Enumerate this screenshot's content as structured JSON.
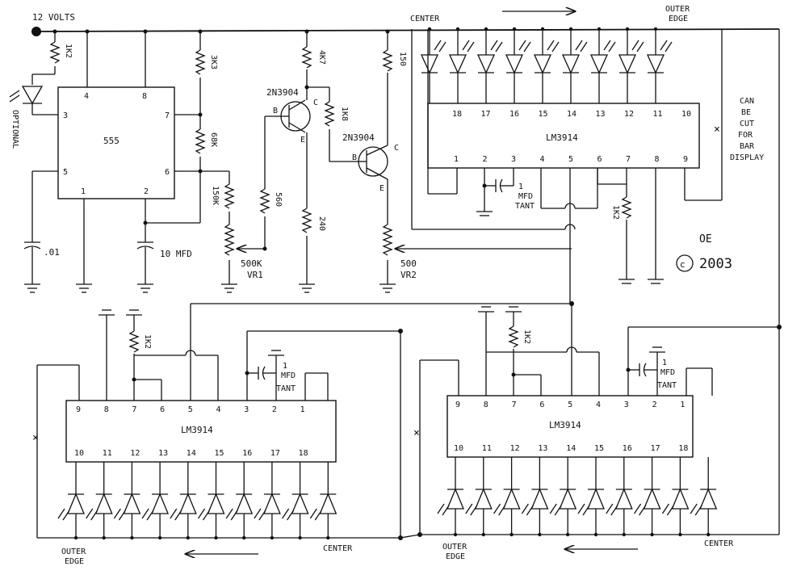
{
  "supply": {
    "label": "12 VOLTS"
  },
  "top": {
    "center_label": "CENTER",
    "outer_label": "OUTER",
    "edge_label": "EDGE",
    "pins_top": [
      "18",
      "17",
      "16",
      "15",
      "14",
      "13",
      "12",
      "11",
      "10"
    ],
    "pins_bottom": [
      "1",
      "2",
      "3",
      "4",
      "5",
      "6",
      "7",
      "8",
      "9"
    ],
    "chip": "LM3914",
    "cap_value": "1",
    "cap_unit": "MFD",
    "cap_type": "TANT",
    "pot_value": "1K2"
  },
  "timer": {
    "chip": "555",
    "pins": [
      "4",
      "8",
      "3",
      "7",
      "5",
      "6",
      "1",
      "2"
    ]
  },
  "components": {
    "r_1k2": "1K2",
    "r_3k3": "3K3",
    "r_68k": "68K",
    "r_150k": "150K",
    "r_560": "560",
    "r_4k7": "4K7",
    "r_1k8": "1K8",
    "r_240": "240",
    "r_150": "150",
    "t1": "2N3904",
    "t2": "2N3904",
    "vr1_value": "500K",
    "vr1_name": "VR1",
    "vr2_value": "500",
    "vr2_name": "VR2",
    "cap_01": ".01",
    "cap_10": "10 MFD",
    "optional": "OPTIONAL",
    "b": "B",
    "c": "C",
    "e": "E"
  },
  "note": {
    "lines": [
      "CAN",
      "BE",
      "CUT",
      "FOR",
      "BAR",
      "DISPLAY"
    ]
  },
  "copyright": {
    "mark": "OE",
    "text": "2003"
  },
  "left_chip": {
    "chip": "LM3914",
    "pins_top": [
      "9",
      "8",
      "7",
      "6",
      "5",
      "4",
      "3",
      "2",
      "1"
    ],
    "pins_bottom": [
      "10",
      "11",
      "12",
      "13",
      "14",
      "15",
      "16",
      "17",
      "18"
    ],
    "outer_label": "OUTER",
    "edge_label": "EDGE",
    "center_label": "CENTER",
    "pot_value": "1K2",
    "cap_value": "1",
    "cap_unit": "MFD",
    "cap_type": "TANT"
  },
  "right_chip": {
    "chip": "LM3914",
    "pins_top": [
      "9",
      "8",
      "7",
      "6",
      "5",
      "4",
      "3",
      "2",
      "1"
    ],
    "pins_bottom": [
      "10",
      "11",
      "12",
      "13",
      "14",
      "15",
      "16",
      "17",
      "18"
    ],
    "outer_label": "OUTER",
    "edge_label": "EDGE",
    "center_label": "CENTER",
    "pot_value": "1K2",
    "cap_value": "1",
    "cap_unit": "MFD",
    "cap_type": "TANT"
  }
}
